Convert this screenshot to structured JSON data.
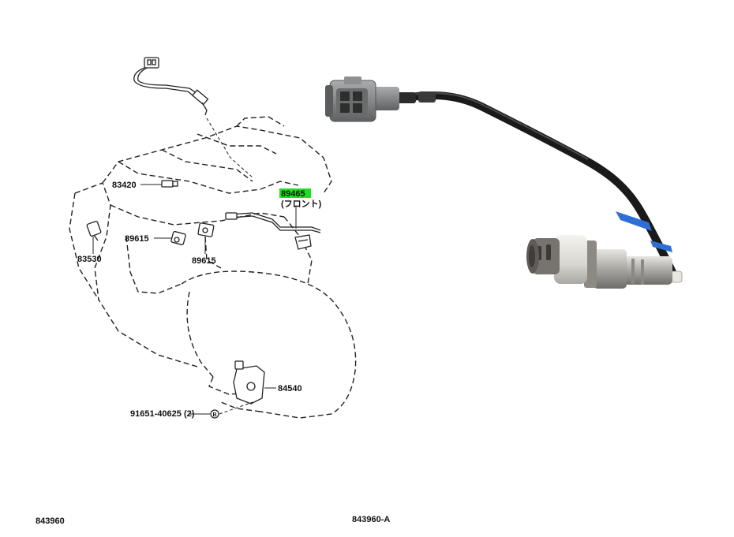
{
  "parts": {
    "sensor_front_id": "89465",
    "sensor_front_note": "(フロント)",
    "knock_sensor_id": "89615",
    "knock_sensor_id_2": "89615",
    "oil_pressure_switch_id": "83530",
    "water_temp_sender_id": "83420",
    "neutral_switch_id": "84540",
    "bolt_id": "91651-40625",
    "bolt_qty": "(2)",
    "bolt_marker": "B"
  },
  "footer": {
    "left_code": "843960",
    "right_code": "843960-A"
  },
  "colors": {
    "highlight": "#22dd22",
    "line": "#222222",
    "cable": "#1a1a1a",
    "tape_blue": "#2d6fd6",
    "connector_gray": "#8a8c8e",
    "metal": "#b9b7b2"
  }
}
